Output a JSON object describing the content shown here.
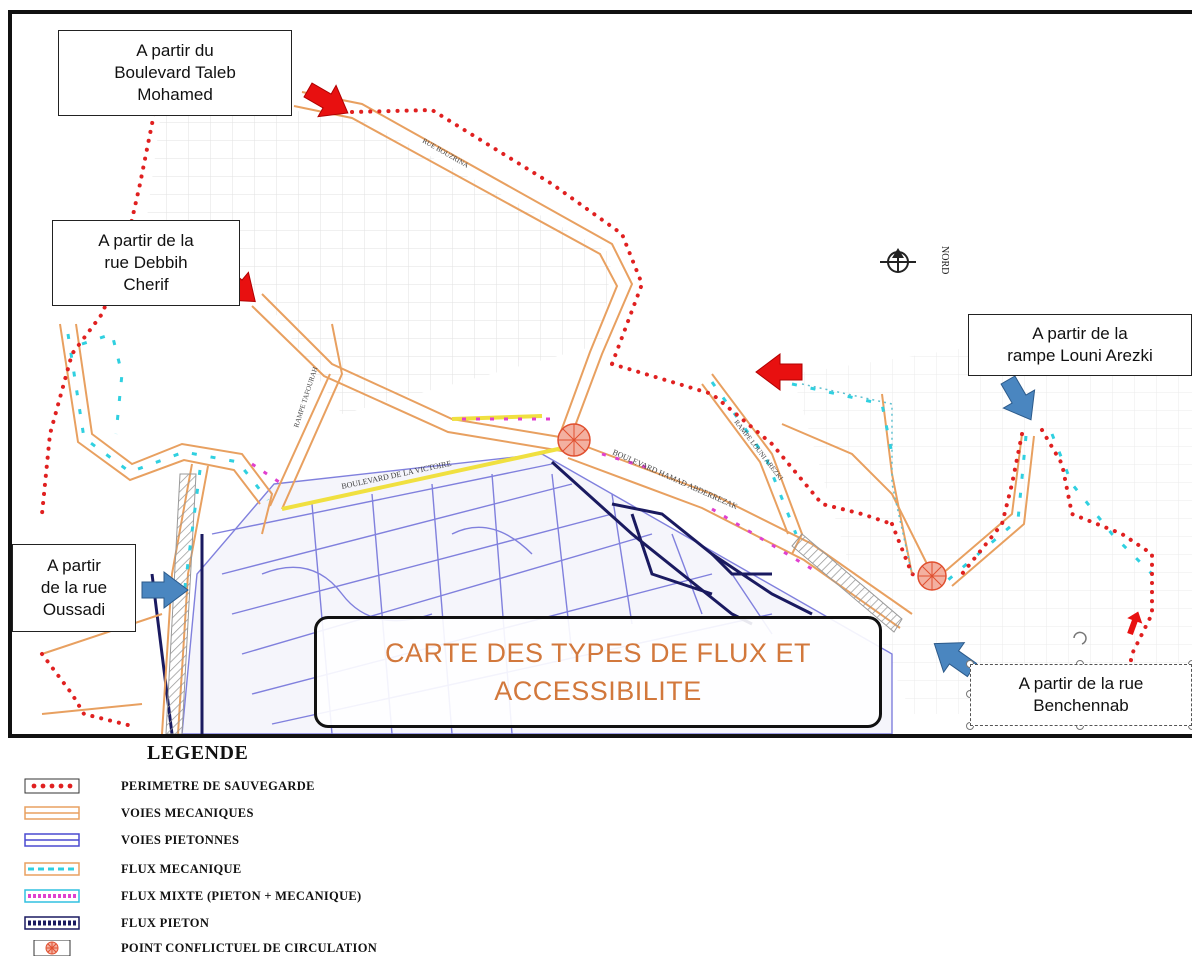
{
  "map": {
    "title_line1": "CARTE DES TYPES DE FLUX ET",
    "title_line2": "ACCESSIBILITE",
    "north_label": "NORD",
    "street_labels": {
      "boulevard_victoire": "BOULEVARD DE LA VICTOIRE",
      "boulevard_hamad": "BOULEVARD HAMAD ABDERREZAK",
      "rue_bouzrina": "RUE BOUZRINA",
      "rampe_louni": "RAMPE LOUNI AREZKI",
      "rampe_tafourah": "RAMPE TAFOURAH"
    },
    "callouts": [
      {
        "id": "taleb",
        "lines": [
          "A partir du",
          "Boulevard Taleb",
          "Mohamed"
        ]
      },
      {
        "id": "debbih",
        "lines": [
          "A partir de la",
          "rue Debbih",
          "Cherif"
        ]
      },
      {
        "id": "oussadi",
        "lines": [
          "A partir",
          "de la rue",
          "Oussadi"
        ]
      },
      {
        "id": "louni",
        "lines": [
          "A partir de la",
          "rampe Louni Arezki"
        ]
      },
      {
        "id": "benchennab",
        "lines": [
          "A partir de la rue",
          "Benchennab"
        ]
      }
    ],
    "colors": {
      "perimeter": "#e02020",
      "voies_mecaniques": "#e8a060",
      "voies_pietonnes": "#4a4ad0",
      "flux_mecanique": "#30d0e0",
      "flux_mixte": "#e040d0",
      "flux_pieton": "#1a1a60",
      "conflict": "#e05030",
      "arrow_red": "#e81010",
      "arrow_blue": "#4a86c0",
      "title_text": "#d2783c"
    }
  },
  "legend": {
    "title": "LEGENDE",
    "items": [
      {
        "id": "perimetre",
        "label": "PERIMETRE DE SAUVEGARDE"
      },
      {
        "id": "voies_mec",
        "label": "VOIES MECANIQUES"
      },
      {
        "id": "voies_piet",
        "label": "VOIES PIETONNES"
      },
      {
        "id": "flux_mec",
        "label": "FLUX  MECANIQUE"
      },
      {
        "id": "flux_mixte",
        "label": "FLUX MIXTE (PIETON + MECANIQUE)"
      },
      {
        "id": "flux_pieton",
        "label": "FLUX PIETON"
      },
      {
        "id": "conflit",
        "label": "POINT CONFLICTUEL DE CIRCULATION"
      }
    ]
  }
}
